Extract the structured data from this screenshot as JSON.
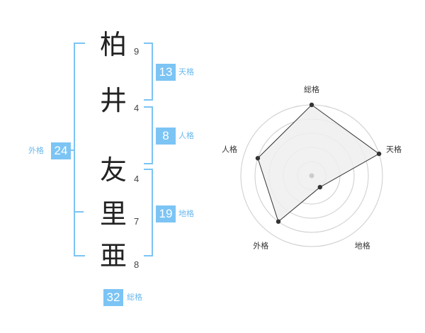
{
  "name": {
    "chars": [
      {
        "kanji": "柏",
        "strokes": "9"
      },
      {
        "kanji": "井",
        "strokes": "4"
      },
      {
        "kanji": "友",
        "strokes": "4"
      },
      {
        "kanji": "里",
        "strokes": "7"
      },
      {
        "kanji": "亜",
        "strokes": "8"
      }
    ]
  },
  "fortune": {
    "tenkaku": {
      "value": "13",
      "label": "天格"
    },
    "jinkaku": {
      "value": "8",
      "label": "人格"
    },
    "chikaku": {
      "value": "19",
      "label": "地格"
    },
    "gaikaku": {
      "value": "24",
      "label": "外格"
    },
    "soukaku": {
      "value": "32",
      "label": "総格"
    }
  },
  "colors": {
    "accent": "#7cc4f4",
    "radar_fill": "#eeeeee",
    "ring": "#cccccc"
  },
  "chart_data": {
    "type": "radar",
    "axes": [
      "総格",
      "天格",
      "地格",
      "外格",
      "人格"
    ],
    "values": [
      5,
      5,
      1,
      4,
      4
    ],
    "max": 5
  }
}
